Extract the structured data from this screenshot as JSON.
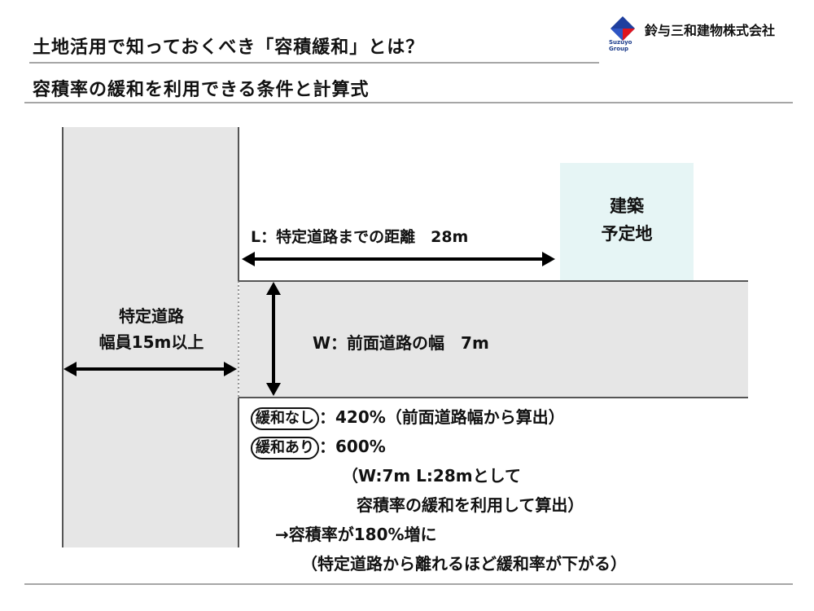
{
  "header": {
    "title": "土地活用で知っておくべき「容積緩和」とは？",
    "subtitle": "容積率の緩和を利用できる条件と計算式",
    "company": "鈴与三和建物株式会社",
    "logo_text_line1": "Suzuyo",
    "logo_text_line2": "Group",
    "logo_colors": {
      "blue": "#1f3f9e",
      "red": "#e0141e"
    }
  },
  "diagram": {
    "road_label_line1": "特定道路",
    "road_label_line2": "幅員15m以上",
    "site_label_line1": "建築",
    "site_label_line2": "予定地",
    "distance_label": "L：特定道路までの距離　28m",
    "width_label": "W：前面道路の幅　7m",
    "colors": {
      "road": "#e6e6e6",
      "site": "#e6f5f5",
      "line": "#555555",
      "arrow": "#000000"
    }
  },
  "notes": {
    "no_relief_tag": "緩和なし",
    "no_relief_text": "：420%（前面道路幅から算出）",
    "relief_tag": "緩和あり",
    "relief_text": "：600%",
    "calc_line1": "（W:7m L:28mとして",
    "calc_line2": "容積率の緩和を利用して算出）",
    "result_line1": "→容積率が180%増に",
    "result_line2": "（特定道路から離れるほど緩和率が下がる）"
  }
}
